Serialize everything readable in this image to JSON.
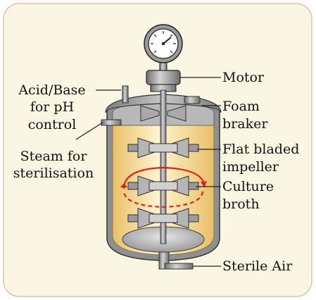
{
  "colors": {
    "panel_bg": "#fbf6e4",
    "panel_border": "#cfc9b6",
    "vessel_metal": "#8f8f8f",
    "vessel_metal_dark": "#555555",
    "broth_light": "#fff4d0",
    "broth_mid": "#f5d88f",
    "broth_dark": "#e8bf66",
    "circulation_arrow": "#e02020",
    "leader_line": "#222222"
  },
  "labels": {
    "acid_base_line1": "Acid/Base",
    "acid_base_line2": "for pH",
    "acid_base_line3": "control",
    "steam_line1": "Steam for",
    "steam_line2": "sterilisation",
    "motor": "Motor",
    "foam_line1": "Foam",
    "foam_line2": "braker",
    "impeller_line1": "Flat bladed",
    "impeller_line2": "impeller",
    "culture_line1": "Culture",
    "culture_line2": "broth",
    "sterile_air": "Sterile Air"
  },
  "icons": {
    "gauge": "pressure-gauge-icon"
  }
}
